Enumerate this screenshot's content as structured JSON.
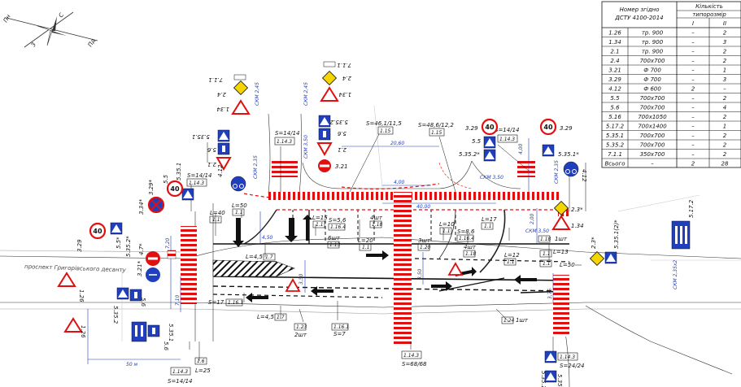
{
  "compass": {
    "north": "Пн",
    "south": "Пд",
    "east": "С",
    "west": "З"
  },
  "road_name": "проспект Григорівського десанту",
  "table": {
    "header_left": "Номер згідно ДСТУ 4100-2014",
    "header_right": "Кількість",
    "subheader": "типорозмір",
    "col_i": "I",
    "col_ii": "II",
    "rows": [
      {
        "code": "1.26",
        "size": "тр. 900",
        "i": "–",
        "ii": "2"
      },
      {
        "code": "1.34",
        "size": "тр. 900",
        "i": "–",
        "ii": "3"
      },
      {
        "code": "2.1",
        "size": "тр. 900",
        "i": "–",
        "ii": "2"
      },
      {
        "code": "2.4",
        "size": "700х700",
        "i": "–",
        "ii": "2"
      },
      {
        "code": "3.21",
        "size": "Ф 700",
        "i": "–",
        "ii": "1"
      },
      {
        "code": "3.29",
        "size": "Ф 700",
        "i": "–",
        "ii": "3"
      },
      {
        "code": "4.12",
        "size": "Ф 600",
        "i": "2",
        "ii": "–"
      },
      {
        "code": "5.5",
        "size": "700х700",
        "i": "–",
        "ii": "2"
      },
      {
        "code": "5.6",
        "size": "700х700",
        "i": "–",
        "ii": "4"
      },
      {
        "code": "5.16",
        "size": "700х1050",
        "i": "–",
        "ii": "2"
      },
      {
        "code": "5.17.2",
        "size": "700х1400",
        "i": "–",
        "ii": "1"
      },
      {
        "code": "5.35.1",
        "size": "700х700",
        "i": "–",
        "ii": "2"
      },
      {
        "code": "5.35.2",
        "size": "700х700",
        "i": "–",
        "ii": "2"
      },
      {
        "code": "7.1.1",
        "size": "350х700",
        "i": "–",
        "ii": "2"
      },
      {
        "code": "Всього",
        "size": "–",
        "i": "2",
        "ii": "28"
      }
    ]
  },
  "marking_labels": {
    "s_14_14_top": "S=14/14",
    "m_1_14_3_top": "1.14.3",
    "s_46": "S=46,1/11,5",
    "m_1_15_a": "1.15",
    "s_48": "S=48,6/12,2",
    "m_1_15_b": "1.15",
    "s_14_14_right": "S=14/14",
    "m_1_14_3_right": "1.14.3",
    "dim_20_60": "20,60",
    "dim_4_00": "4,00",
    "dim_40_00": "40,00",
    "dim_4_00_b": "4,00",
    "dim_2_00": "2,00",
    "dim_4_50": "4,50",
    "dim_3_50": "3,50",
    "dim_3_50_b": "3,50",
    "dim_3_75": "3,75",
    "dim_7_10": "7,10",
    "dim_7_20": "7,20",
    "dim_50": "50 м",
    "l40": "L=40",
    "m_1_1_a": "1.1",
    "l50": "L=50",
    "m_1_1_b": "1.1",
    "l15": "L=15",
    "m_1_1_c": "1.1",
    "s56": "S=5,6",
    "m_1_16_4_a": "1.16.4",
    "pcs4_a": "4шт",
    "m_1_18_a": "1.18",
    "pcs6": "6шт",
    "m_1_13": "1.13",
    "l20": "L=20",
    "m_1_1_d": "1.1",
    "l10": "L=10",
    "m_1_1_e": "1.1",
    "s86": "S=8,6",
    "m_1_16_4_b": "1.16.4",
    "pcs3": "3шт",
    "m_1_20": "1.20",
    "pcs4_b": "4шт",
    "m_1_18_b": "1.18",
    "l17": "L=17",
    "m_1_1_f": "1.1",
    "l12": "L=12",
    "m_1_1_g": "1.1",
    "l13": "L=13",
    "m_1_1_h": "1.1",
    "l50_b": "L=50",
    "m_1_1_i": "1.1",
    "pcs1": "1шт",
    "m_1_18_c": "1.18",
    "pcs1_b": "1шт",
    "m_1_24": "1.24",
    "l45_a": "L=4,5",
    "m_1_7_a": "1.7",
    "s17": "S=17",
    "m_1_16_1_a": "1.16.1",
    "l45_b": "L=4,5",
    "m_1_7_b": "1.7",
    "m_1_23": "1.23",
    "pcs2": "2шт",
    "m_1_16_1_b": "1.16.1",
    "s7": "S=7",
    "m_1_14_3_bot": "1.14.3",
    "s68": "S=68/68",
    "m_1_14_3_br": "1.14.3",
    "s24": "S=24/24",
    "m_1_14_3_bl": "1.14.3",
    "s14_bl": "S=14/14",
    "l25": "L=25",
    "m_1_6": "1.6",
    "m_1_14_3_left": "1.14.3",
    "s14_left": "S=14/14",
    "skm_a": "СКМ 2,45",
    "skm_b": "СКМ 2,45",
    "skm_c": "СКМ 3,50",
    "skm_d": "СКМ 2,35",
    "skm_e": "СКМ 3,50",
    "skm_f": "СКМ 3,50",
    "skm_g": "СКМ 2,35",
    "skm_h": "СКМ 2,35х2"
  },
  "sign_labels": {
    "s_2_4_a": "2.4",
    "s_7_1_1_a": "7.1.1",
    "s_1_34_a": "1.34",
    "s_2_4_b": "2.4",
    "s_7_1_1_b": "7.1.1",
    "s_1_34_b": "1.34",
    "s_5_35_1_a": "5.35.1",
    "s_5_6_a": "5.6",
    "s_2_1_a": "2.1",
    "s_5_35_2_a": "5.35.2",
    "s_5_6_b": "5.6",
    "s_2_1_b": "2.1",
    "s_3_21_a": "3.21",
    "s_4_12_a": "4.12",
    "s_5_5_a": "5.5",
    "s_5_35_1_b": "5.35.1",
    "s_3_29_a": "3.29",
    "s_3_34": "3.34*",
    "s_3_29_b": "3.29*",
    "s_3_29_c": "3.29",
    "s_5_5_b": "5.5*",
    "s_5_35_2_b": "5.35.2*",
    "s_3_21_b": "3.21*",
    "s_4_7": "4.7*",
    "s_1_26_a": "1.26",
    "s_5_35_2_c": "5.35.2",
    "s_5_6_c": "5.6",
    "s_1_26_b": "1.26",
    "s_5_6_d": "5.6",
    "s_5_35_1_c": "5.35.1",
    "s_3_29_d": "3.29",
    "s_5_5_c": "5.5",
    "s_5_35_2_d": "5.35.2*",
    "s_3_29_e": "3.29",
    "s_5_35_1_d": "5.35.1*",
    "s_4_12_b": "4.12",
    "s_2_3_a": "2.3*",
    "s_1_34_c": "1.34",
    "s_2_3_b": "2.3*",
    "s_5_35_1_e": "5.35.1(2)*",
    "s_5_17_2": "5.17.2",
    "s_5_35_1_f": "5.35.1",
    "s_5_35_2_e": "5.35.2"
  },
  "speed_value": "40",
  "colors": {
    "marking_red": "#e01010",
    "sign_blue": "#1f3fbf",
    "sign_yellow": "#f5d400",
    "dim_blue": "#1f3fbf",
    "cyan": "#2aa8c8",
    "green": "#2e9e3e"
  }
}
